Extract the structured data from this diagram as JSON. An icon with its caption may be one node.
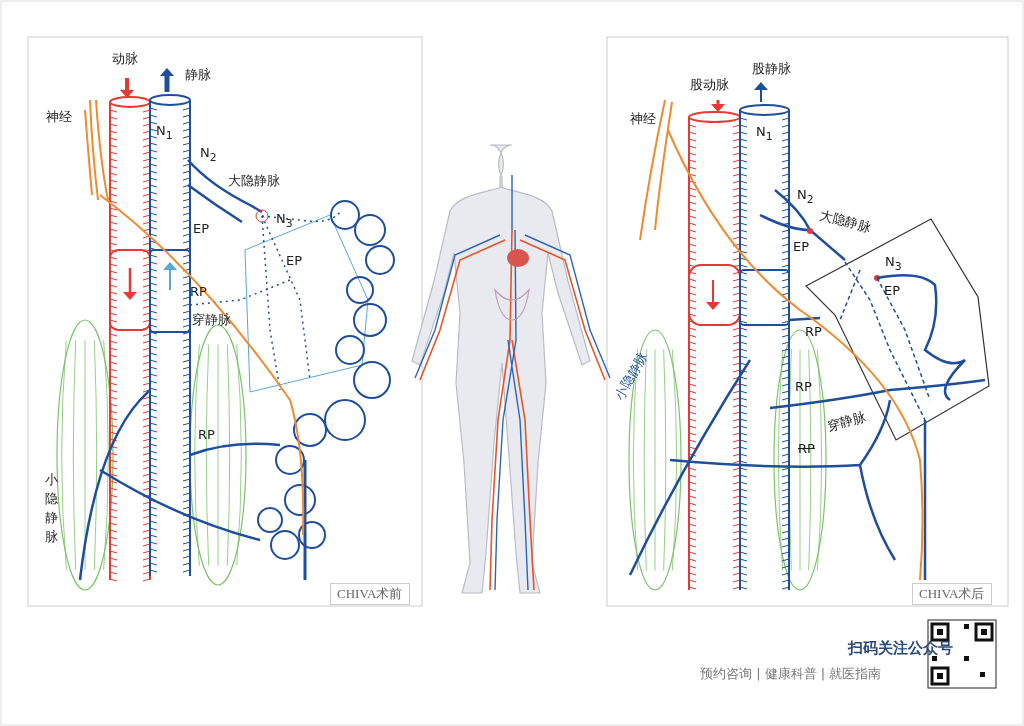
{
  "diagram": {
    "labels": [
      "动脉",
      "静脉",
      "神经",
      "N$_{1}$",
      "N$_{2}$",
      "大隐静脉",
      "N$_{3}$",
      "EP",
      "EP",
      "RP",
      "穿静脉",
      "RP",
      "小隐静脉",
      "CHIVA术前",
      "股动脉",
      "股静脉",
      "神经",
      "N$_{1}$",
      "N$_{2}$",
      "大隐静脉",
      "EP",
      "N$_{3}$",
      "EP",
      "RP",
      "RP",
      "穿静脉",
      "RP",
      "小隐静脉",
      "CHIVA术后",
      "扫码关注公众号",
      "预约咨询 | 健康科普 | 就医指南"
    ]
  }
}
